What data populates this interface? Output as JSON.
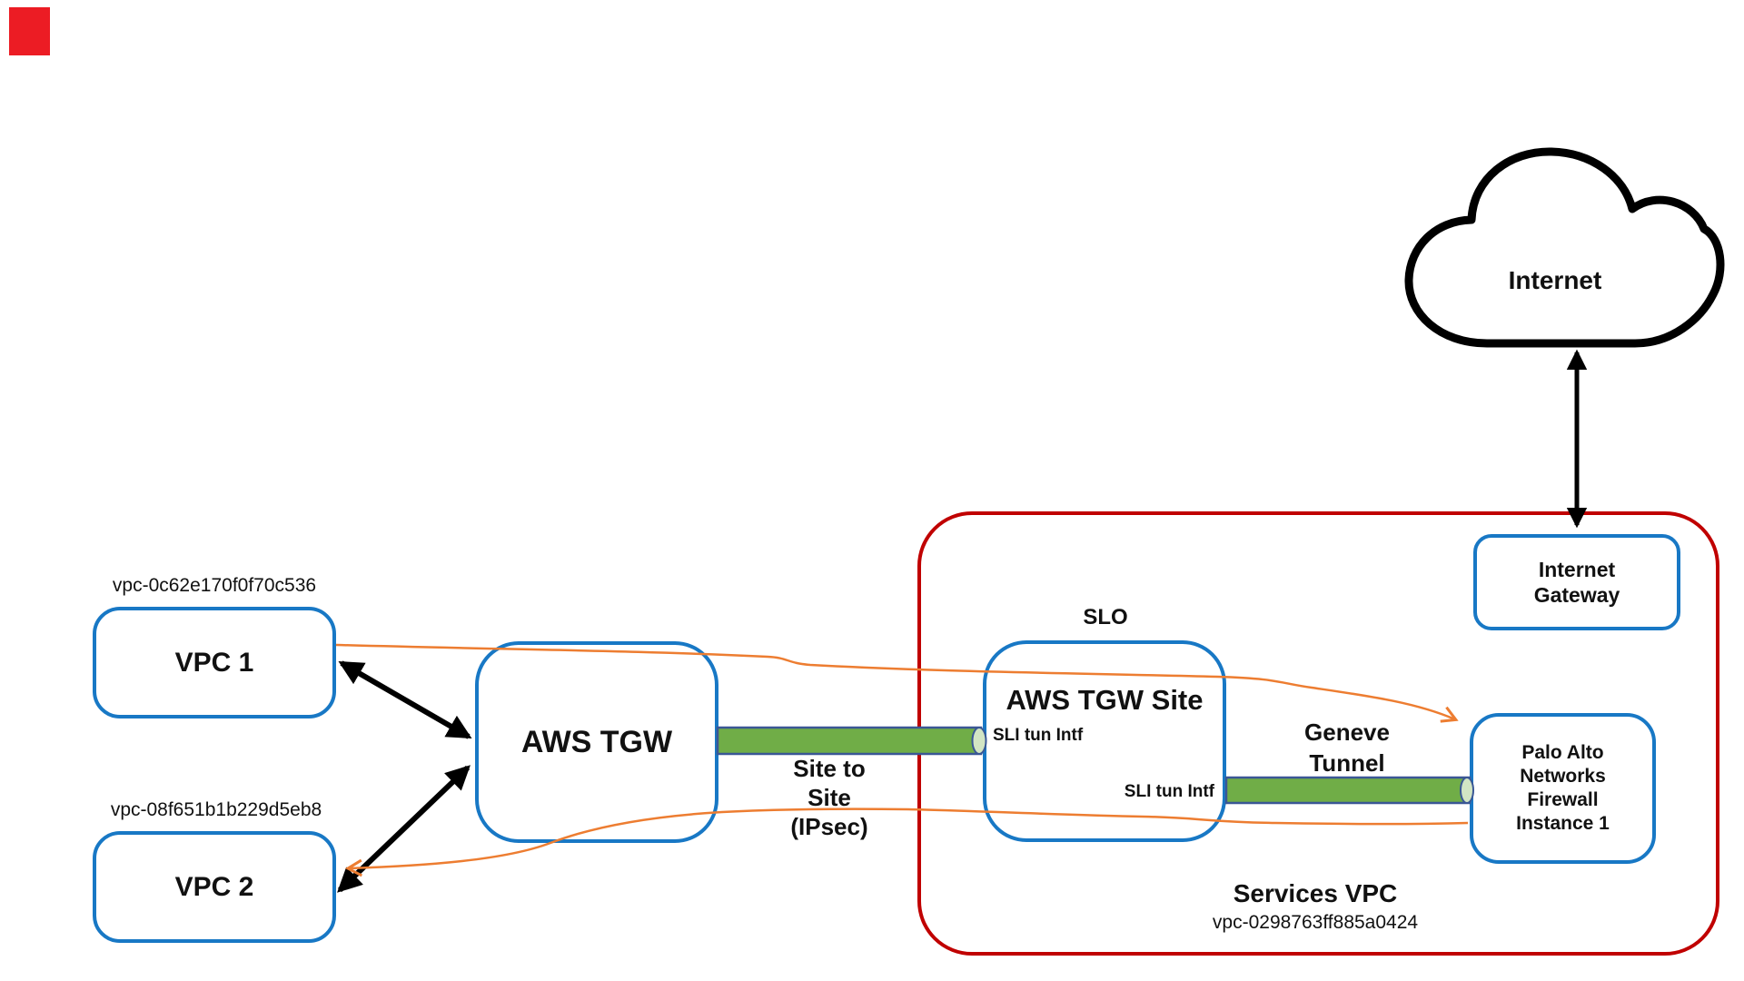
{
  "colors": {
    "box_border_blue": "#1878C5",
    "vpc_boundary_red": "#C00000",
    "flow_orange": "#ED7D31",
    "tunnel_green": "#70AD47",
    "tunnel_border_navy": "#3A5795",
    "tunnel_cap_green": "#D2E5C4",
    "arrow_black": "#000000",
    "corner_marker_red": "#EC1C24"
  },
  "cloud": {
    "label": "Internet"
  },
  "internet_gateway": {
    "label": "Internet\nGateway"
  },
  "services_vpc": {
    "label": "Services VPC",
    "vpc_id": "vpc-0298763ff885a0424"
  },
  "tgw_site": {
    "label": "AWS TGW Site",
    "slo": "SLO",
    "sli_top": "SLI tun Intf",
    "sli_bottom": "SLI tun Intf"
  },
  "palo_alto": {
    "label": "Palo Alto\nNetworks\nFirewall\nInstance 1"
  },
  "aws_tgw": {
    "label": "AWS TGW"
  },
  "vpc1": {
    "vpc_id": "vpc-0c62e170f0f70c536",
    "label": "VPC 1"
  },
  "vpc2": {
    "vpc_id": "vpc-08f651b1b229d5eb8",
    "label": "VPC 2"
  },
  "tunnels": {
    "site_to_site": "Site to\nSite\n(IPsec)",
    "geneve": "Geneve\nTunnel"
  }
}
